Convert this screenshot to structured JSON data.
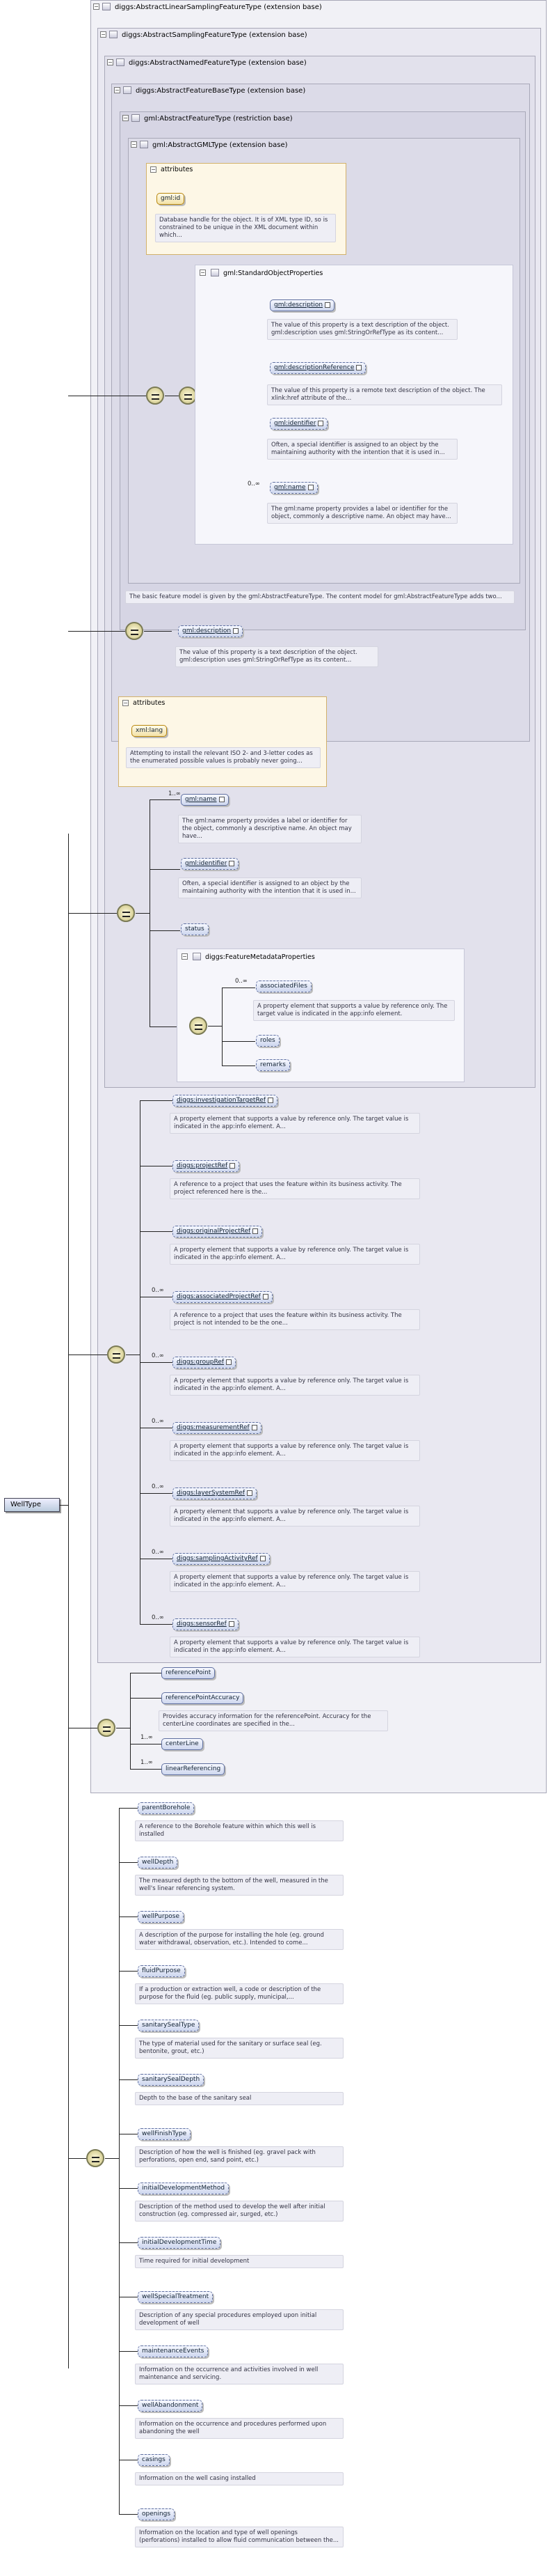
{
  "root": {
    "label": "WellType"
  },
  "bases": [
    {
      "label": "diggs:AbstractLinearSamplingFeatureType (extension base)"
    },
    {
      "label": "diggs:AbstractSamplingFeatureType (extension base)"
    },
    {
      "label": "diggs:AbstractNamedFeatureType (extension base)"
    },
    {
      "label": "diggs:AbstractFeatureBaseType (extension base)"
    },
    {
      "label": "gml:AbstractFeatureType (restriction base)"
    },
    {
      "label": "gml:AbstractGMLType (extension base)"
    }
  ],
  "gml_attributes": {
    "title": "attributes",
    "id_label": "gml:id",
    "id_doc": "Database handle for the object. It is of XML type ID, so is constrained to be unique in the XML document within which..."
  },
  "standard_props": {
    "title": "gml:StandardObjectProperties",
    "items": [
      {
        "label": "gml:description",
        "doc": "The value of this property is a text description of the object. gml:description uses gml:StringOrRefType as its content..."
      },
      {
        "label": "gml:descriptionReference",
        "doc": "The value of this property is a remote text description of the object. The xlink:href attribute of the..."
      },
      {
        "label": "gml:identifier",
        "doc": "Often, a special identifier is assigned to an object by the maintaining authority with the intention that it is used in..."
      },
      {
        "label": "gml:name",
        "mult": "0..∞",
        "doc": "The gml:name property provides a label or identifier for the object, commonly a descriptive name. An object may have..."
      }
    ]
  },
  "feature_doc": "The basic feature model is given by the gml:AbstractFeatureType. The content model for gml:AbstractFeatureType adds two...",
  "description": {
    "label": "gml:description",
    "doc": "The value of this property is a text description of the object. gml:description uses gml:StringOrRefType as its content..."
  },
  "lang_attributes": {
    "title": "attributes",
    "label": "xml:lang",
    "doc": "Attempting to install the relevant ISO 2- and 3-letter codes as the enumerated possible values is probably never going..."
  },
  "named": {
    "name": {
      "label": "gml:name",
      "mult": "1..∞",
      "doc": "The gml:name property provides a label or identifier for the object, commonly a descriptive name. An object may have..."
    },
    "identifier": {
      "label": "gml:identifier",
      "doc": "Often, a special identifier is assigned to an object by the maintaining authority with the intention that it is used in..."
    },
    "status": {
      "label": "status"
    },
    "metadata": {
      "title": "diggs:FeatureMetadataProperties",
      "associated": {
        "label": "associatedFiles",
        "mult": "0..∞",
        "doc": "A property element that supports a value by reference only. The target value is indicated in the app:info element."
      },
      "roles": {
        "label": "roles"
      },
      "remarks": {
        "label": "remarks"
      }
    }
  },
  "sampling": [
    {
      "label": "diggs:investigationTargetRef",
      "mult": "",
      "doc": "A property element that supports a value by reference only. The target value is indicated in the app:info element. A..."
    },
    {
      "label": "diggs:projectRef",
      "mult": "",
      "doc": "A reference to a project that uses the feature within its business activity. The project referenced here is the..."
    },
    {
      "label": "diggs:originalProjectRef",
      "mult": "",
      "doc": "A property element that supports a value by reference only. The target value is indicated in the app:info element. A..."
    },
    {
      "label": "diggs:associatedProjectRef",
      "mult": "0..∞",
      "doc": "A reference to a project that uses the feature within its business activity. The project is not intended to be the one..."
    },
    {
      "label": "diggs:groupRef",
      "mult": "0..∞",
      "doc": "A property element that supports a value by reference only. The target value is indicated in the app:info element. A..."
    },
    {
      "label": "diggs:measurementRef",
      "mult": "0..∞",
      "doc": "A property element that supports a value by reference only. The target value is indicated in the app:info element. A..."
    },
    {
      "label": "diggs:layerSystemRef",
      "mult": "0..∞",
      "doc": "A property element that supports a value by reference only. The target value is indicated in the app:info element. A..."
    },
    {
      "label": "diggs:samplingActivityRef",
      "mult": "0..∞",
      "doc": "A property element that supports a value by reference only. The target value is indicated in the app:info element. A..."
    },
    {
      "label": "diggs:sensorRef",
      "mult": "0..∞",
      "doc": "A property element that supports a value by reference only. The target value is indicated in the app:info element. A..."
    }
  ],
  "linear": [
    {
      "label": "referencePoint",
      "mult": "",
      "doc": ""
    },
    {
      "label": "referencePointAccuracy",
      "mult": "",
      "doc": "Provides accuracy information for the referencePoint. Accuracy for the centerLine coordinates are specified in the..."
    },
    {
      "label": "centerLine",
      "mult": "1..∞",
      "doc": ""
    },
    {
      "label": "linearReferencing",
      "mult": "1..∞",
      "doc": ""
    }
  ],
  "well": [
    {
      "label": "parentBorehole",
      "doc": "A reference to the Borehole feature within which this well is installed"
    },
    {
      "label": "wellDepth",
      "doc": "The measured depth to the bottom of the well, measured in the well's linear referencing system."
    },
    {
      "label": "wellPurpose",
      "doc": "A description of the purpose for installing the hole (eg. ground water withdrawal, observation, etc.). Intended to come..."
    },
    {
      "label": "fluidPurpose",
      "doc": "If a production or extraction well, a code or description of the purpose for the fluid (eg. public supply, municipal,..."
    },
    {
      "label": "sanitarySealType",
      "doc": "The type of material used for the sanitary or surface seal (eg. bentonite, grout, etc.)"
    },
    {
      "label": "sanitarySealDepth",
      "doc": "Depth to the base of the sanitary seal"
    },
    {
      "label": "wellFinishType",
      "doc": "Description of how the well is finished (eg. gravel pack with perforations, open end, sand point, etc.)"
    },
    {
      "label": "initialDevelopmentMethod",
      "doc": "Description of the method used to develop the well after initial construction (eg. compressed air, surged, etc.)"
    },
    {
      "label": "initialDevelopmentTime",
      "doc": "Time required for initial development"
    },
    {
      "label": "wellSpecialTreatment",
      "doc": "Description of any special procedures employed upon initial development of well"
    },
    {
      "label": "maintenanceEvents",
      "doc": "Information on the occurrence and activities involved in well maintenance and servicing."
    },
    {
      "label": "wellAbandonment",
      "doc": "Information on the occurrence and procedures performed upon abandoning the well"
    },
    {
      "label": "casings",
      "doc": "Information on the well casing installed"
    },
    {
      "label": "openings",
      "doc": "Information on the location and type of well openings (perforations) installed to allow fluid communication between the..."
    }
  ]
}
